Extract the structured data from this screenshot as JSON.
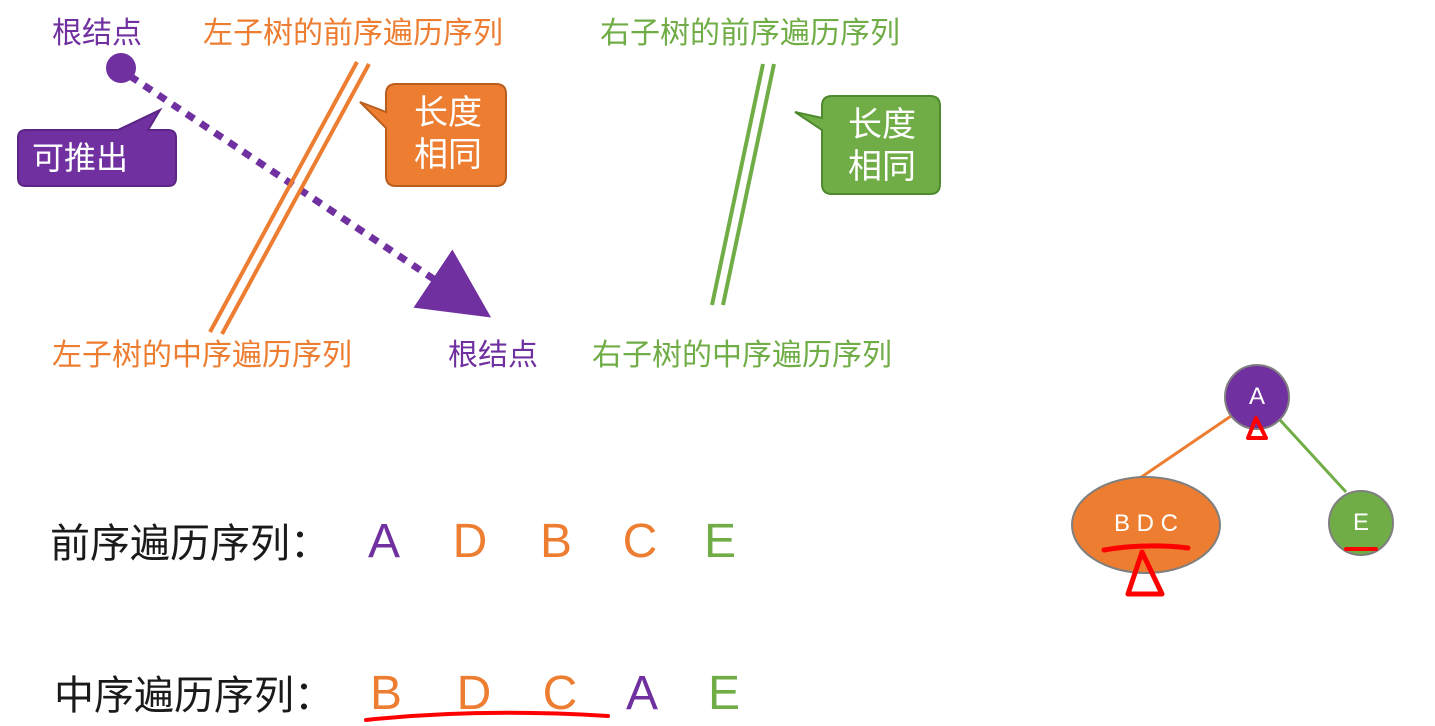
{
  "top_labels": {
    "root_top": "根结点",
    "left_preorder": "左子树的前序遍历序列",
    "right_preorder": "右子树的前序遍历序列",
    "left_inorder": "左子树的中序遍历序列",
    "root_mid": "根结点",
    "right_inorder": "右子树的中序遍历序列"
  },
  "callouts": {
    "deduce": "可推出",
    "same_length_1": "长度",
    "same_length_2": "相同"
  },
  "sequences": {
    "preorder_label": "前序遍历序列：",
    "preorder": [
      "A",
      "D",
      "B",
      "C",
      "E"
    ],
    "inorder_label": "中序遍历序列：",
    "inorder": [
      "B",
      "D",
      "C",
      "A",
      "E"
    ]
  },
  "tree": {
    "root": "A",
    "left": "B D C",
    "right": "E"
  },
  "colors": {
    "root": "#7030a0",
    "left_subtree": "#ed7d31",
    "right_subtree": "#70ad47",
    "annotation": "#ff0000"
  }
}
